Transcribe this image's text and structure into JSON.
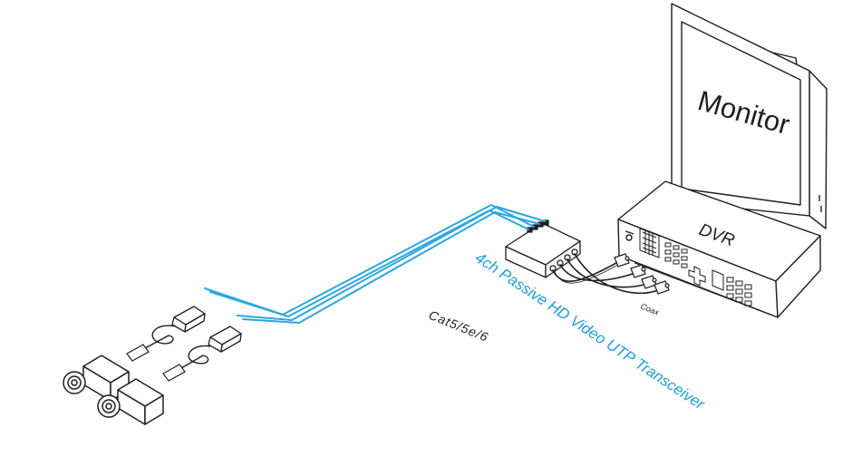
{
  "labels": {
    "monitor": "Monitor",
    "dvr": "DVR",
    "product": "4ch Passive HD Video UTP Transceiver",
    "coax": "Coax",
    "cable": "Cat5/5e/6"
  },
  "colors": {
    "line": "#1e1e1e",
    "cable_blue": "#2aa7e0",
    "product_text": "#1aa0e0"
  },
  "icons": [
    "monitor-icon",
    "dvr-icon",
    "transceiver-hub-icon",
    "bnc-connector-icon",
    "balun-icon",
    "camera-icon"
  ]
}
